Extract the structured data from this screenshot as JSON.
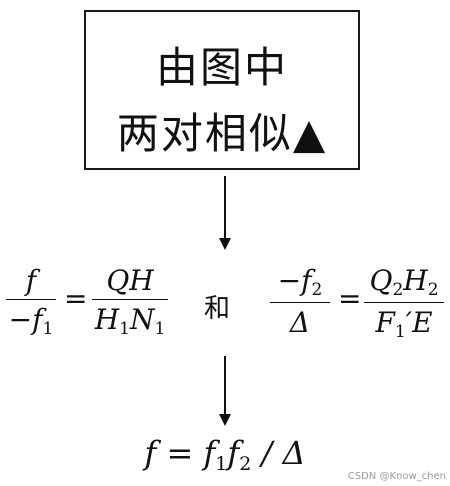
{
  "box": {
    "line1": "由图中",
    "line2": "两对相似▲"
  },
  "equations": {
    "eq1_num": "f",
    "eq1_den_prefix": "−f",
    "eq1_den_sub": "1",
    "eq1_rhs_num": "QH",
    "eq1_rhs_den_a": "H",
    "eq1_rhs_den_a_sub": "1",
    "eq1_rhs_den_b": "N",
    "eq1_rhs_den_b_sub": "1",
    "equals": "=",
    "connector": "和",
    "eq2_num_prefix": "−f",
    "eq2_num_sub": "2",
    "eq2_den": "Δ",
    "eq2_rhs_num_a": "Q",
    "eq2_rhs_num_a_sub": "2",
    "eq2_rhs_num_b": "H",
    "eq2_rhs_num_b_sub": "2",
    "eq2_rhs_den_a": "F",
    "eq2_rhs_den_a_sub": "1",
    "eq2_rhs_den_a_prime": "′",
    "eq2_rhs_den_b": "E"
  },
  "result": {
    "lhs": "f = f",
    "sub1": "1",
    "mid": "f",
    "sub2": "2",
    "tail": " / Δ"
  },
  "watermark": "CSDN @Know_chen"
}
